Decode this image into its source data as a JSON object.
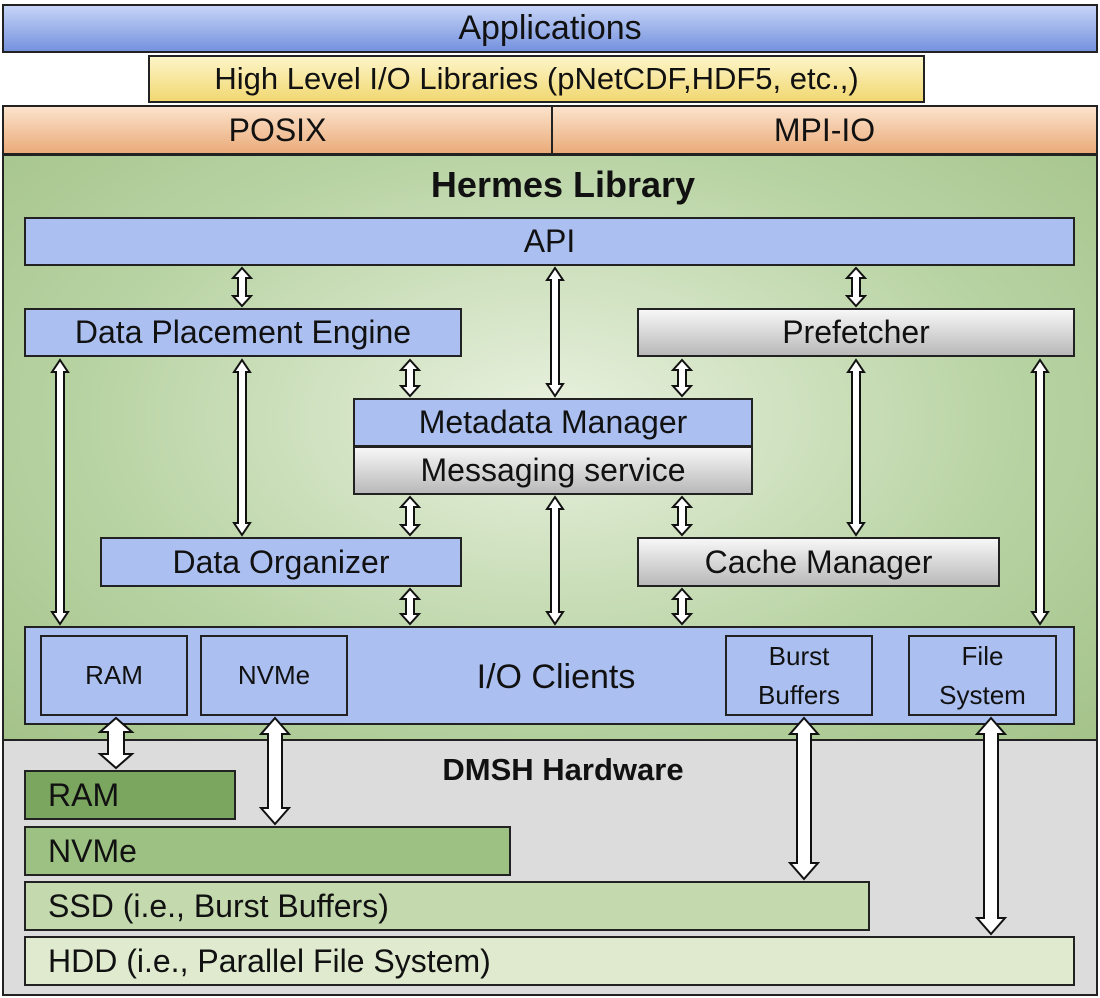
{
  "layers": {
    "applications": "Applications",
    "high_level_io": "High Level I/O Libraries (pNetCDF,HDF5, etc.,)",
    "posix": "POSIX",
    "mpi_io": "MPI-IO"
  },
  "hermes": {
    "title": "Hermes Library",
    "api": "API",
    "data_placement_engine": "Data Placement Engine",
    "prefetcher": "Prefetcher",
    "metadata_manager": "Metadata Manager",
    "messaging_service": "Messaging service",
    "data_organizer": "Data Organizer",
    "cache_manager": "Cache Manager",
    "io_clients": {
      "label": "I/O Clients",
      "ram": "RAM",
      "nvme": "NVMe",
      "burst_line1": "Burst",
      "burst_line2": "Buffers",
      "fs_line1": "File",
      "fs_line2": "System"
    }
  },
  "hardware": {
    "title": "DMSH Hardware",
    "tiers": [
      {
        "label": "RAM",
        "color": "#7aa65f"
      },
      {
        "label": "NVMe",
        "color": "#9cc183"
      },
      {
        "label": "SSD (i.e., Burst Buffers)",
        "color": "#c4d9ae"
      },
      {
        "label": "HDD (i.e., Parallel File System)",
        "color": "#dfeacf"
      }
    ]
  },
  "colors": {
    "component_blue": "#abbff0",
    "hermes_green": "#a4c38a",
    "hardware_grey": "#dcdcdc"
  }
}
